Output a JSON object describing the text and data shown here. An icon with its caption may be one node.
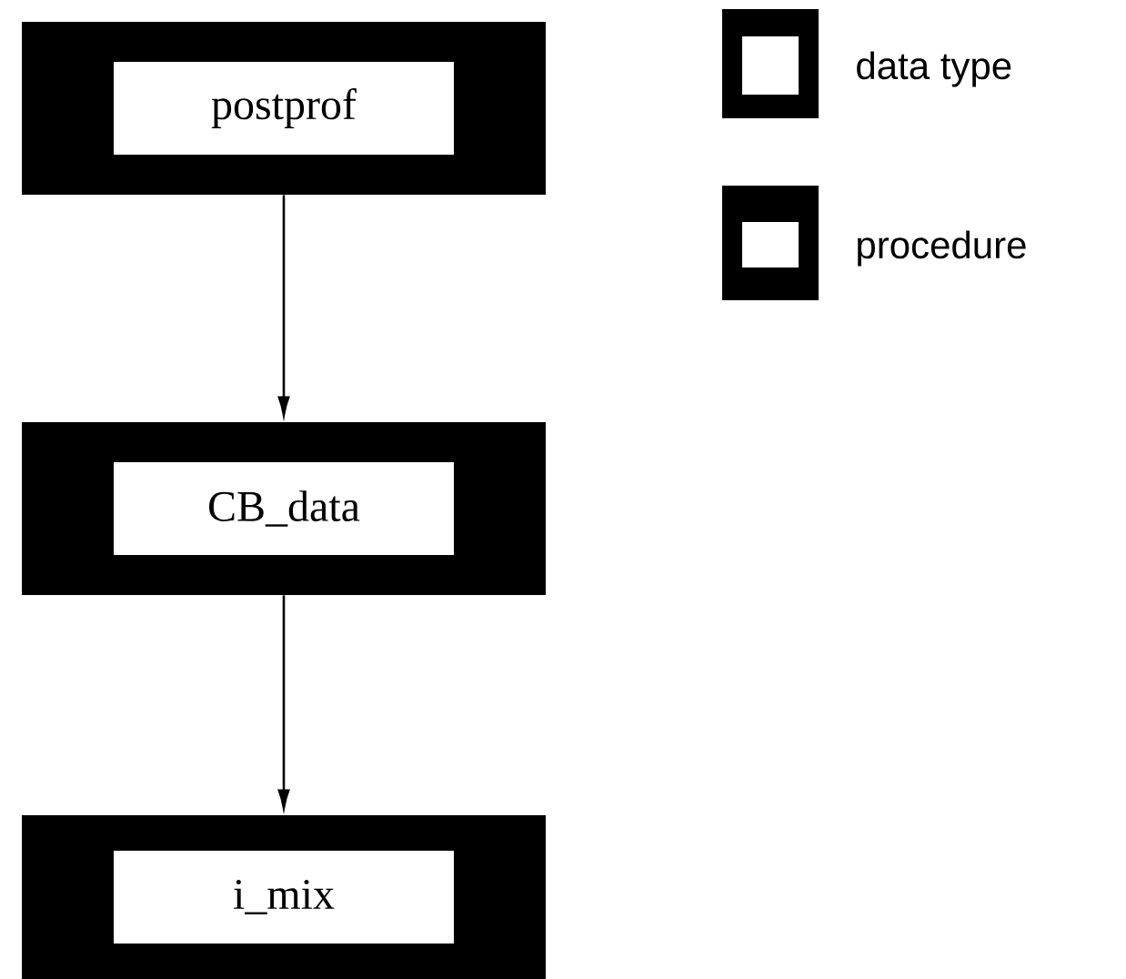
{
  "diagram": {
    "nodes": [
      {
        "text": [
          "postprof"
        ]
      },
      {
        "text": [
          "CB_data"
        ]
      },
      {
        "text": [
          "i_mix"
        ]
      }
    ],
    "edges": [
      {
        "from": 0,
        "to": 1,
        "arrow": "to"
      },
      {
        "from": 1,
        "to": 2,
        "arrow": "to"
      }
    ],
    "legend": [
      {
        "text": "data type"
      },
      {
        "text": "procedure"
      }
    ]
  }
}
